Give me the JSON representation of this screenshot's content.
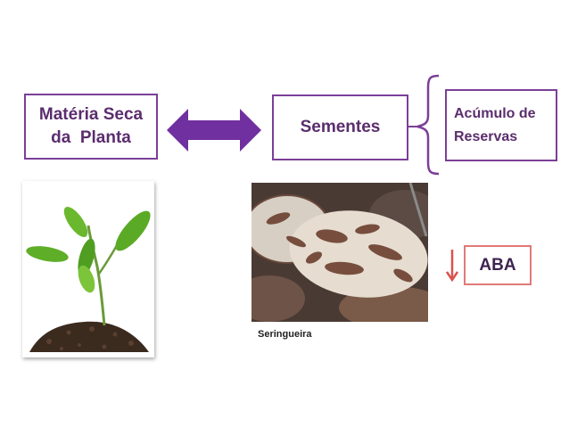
{
  "boxes": {
    "materia_seca": "Matéria Seca\nda  Planta",
    "sementes": "Sementes",
    "acumulo": "Acúmulo de\nReservas",
    "aba": "ABA"
  },
  "caption": "Seringueira",
  "colors": {
    "box_border": "#7b3f98",
    "box_text": "#5b2d6e",
    "double_arrow": "#7030a0",
    "aba_border": "#e07a78",
    "down_arrow": "#d9534f"
  },
  "icons": {
    "double_arrow": "left-right-arrow-icon",
    "brace": "curly-brace-icon",
    "down_arrow": "down-arrow-icon"
  }
}
